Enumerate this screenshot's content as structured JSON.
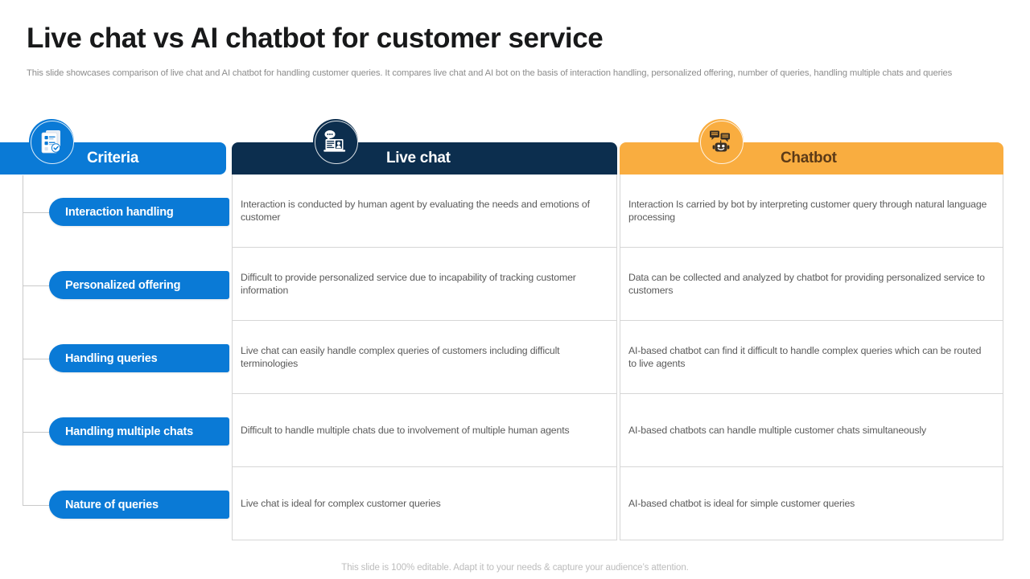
{
  "title": "Live chat vs AI chatbot for customer service",
  "subtitle": "This slide showcases comparison of live chat and AI  chatbot for  handling customer queries. It compares live chat and AI  bot on the basis of interaction handling, personalized offering, number of queries, handling multiple chats and queries",
  "colors": {
    "brand_blue": "#0a7ad6",
    "navy": "#0c2e4e",
    "orange": "#f9ad40",
    "body_text": "#5a5a5a",
    "rule": "#d6d6d6"
  },
  "headers": {
    "criteria": {
      "label": "Criteria",
      "icon": "checklist-document-icon"
    },
    "live_chat": {
      "label": "Live chat",
      "icon": "laptop-chat-icon"
    },
    "chatbot": {
      "label": "Chatbot",
      "icon": "robot-chat-icon"
    }
  },
  "criteria": [
    {
      "label": "Interaction handling"
    },
    {
      "label": "Personalized offering"
    },
    {
      "label": "Handling queries"
    },
    {
      "label": "Handling multiple chats"
    },
    {
      "label": "Nature of queries"
    }
  ],
  "live_chat_cells": [
    "Interaction is conducted by human agent by evaluating  the needs and emotions of customer",
    "Difficult to provide  personalized  service  due to incapability of tracking customer information",
    "Live  chat can easily handle  complex queries  of customers including difficult terminologies",
    "Difficult to handle  multiple  chats due to involvement  of multiple human agents",
    "Live  chat is ideal for complex customer queries"
  ],
  "chatbot_cells": [
    "Interaction Is carried  by bot by interpreting  customer query  through  natural language  processing",
    "Data can be collected and analyzed by chatbot for providing  personalized service  to customers",
    "AI-based  chatbot can find  it difficult to handle  complex queries  which  can be routed to live  agents",
    "AI-based  chatbots can handle  multiple customer chats simultaneously",
    "AI-based  chatbot is ideal for simple customer queries"
  ],
  "footer": "This slide is 100% editable. Adapt it to your needs & capture your audience’s attention."
}
